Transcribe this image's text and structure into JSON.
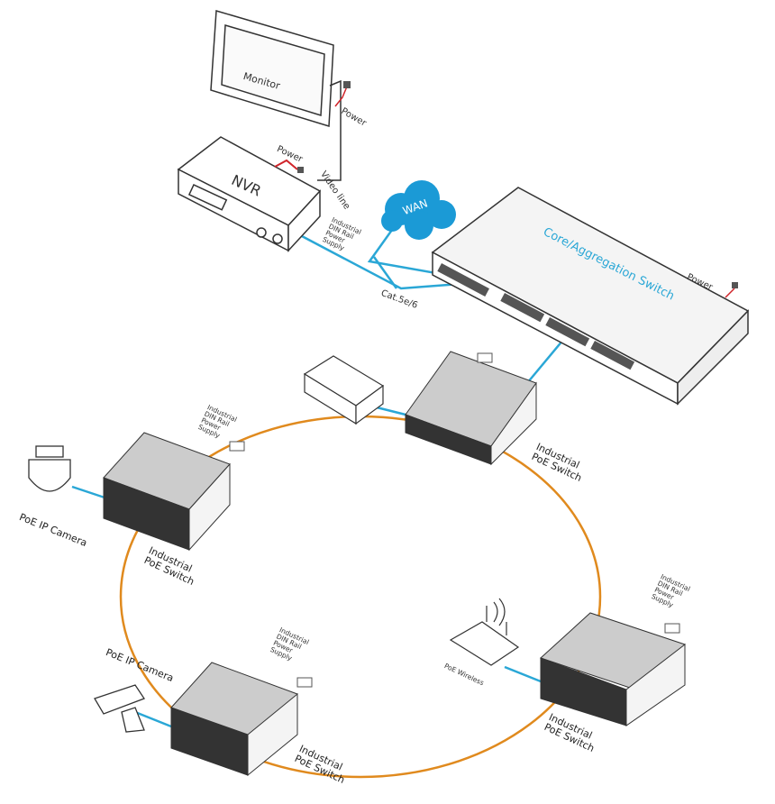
{
  "devices": {
    "monitor": "Monitor",
    "nvr": "NVR",
    "wan": "WAN",
    "core_switch": "Core/Aggregation Switch",
    "poe_camera_1": "PoE IP Camera",
    "poe_camera_2": "PoE IP Camera",
    "poe_wireless": "PoE Wireless",
    "industrial_switch_top": [
      "Industrial",
      "PoE Switch"
    ],
    "industrial_switch_left": [
      "Industrial",
      "PoE Switch"
    ],
    "industrial_switch_bottom": [
      "Industrial",
      "PoE Switch"
    ],
    "industrial_switch_right": [
      "Industrial",
      "PoE Switch"
    ]
  },
  "labels": {
    "monitor_power": "Power",
    "nvr_power": "Power",
    "video_line": "Video line",
    "cable": "Cat.5e/6",
    "core_power": "Power",
    "din_power_supply": [
      "Industrial",
      "DIN Rail",
      "Power",
      "Supply"
    ]
  },
  "colors": {
    "ring": "#e08a1e",
    "ethernet": "#2aa7d6",
    "wan_cloud": "#1b9ad6",
    "power_line": "#d0242a"
  }
}
